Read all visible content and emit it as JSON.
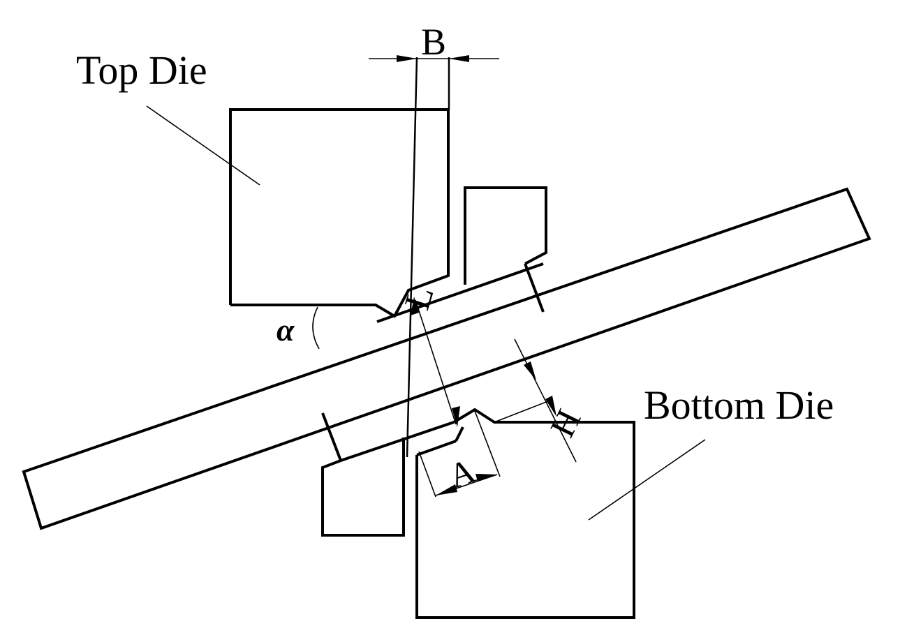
{
  "labels": {
    "top_die": "Top Die",
    "bottom_die": "Bottom Die",
    "dim_b": "B",
    "dim_l": "L",
    "dim_a": "A",
    "dim_h": "H",
    "angle": "α"
  },
  "colors": {
    "stroke": "#000000",
    "background": "#ffffff"
  }
}
